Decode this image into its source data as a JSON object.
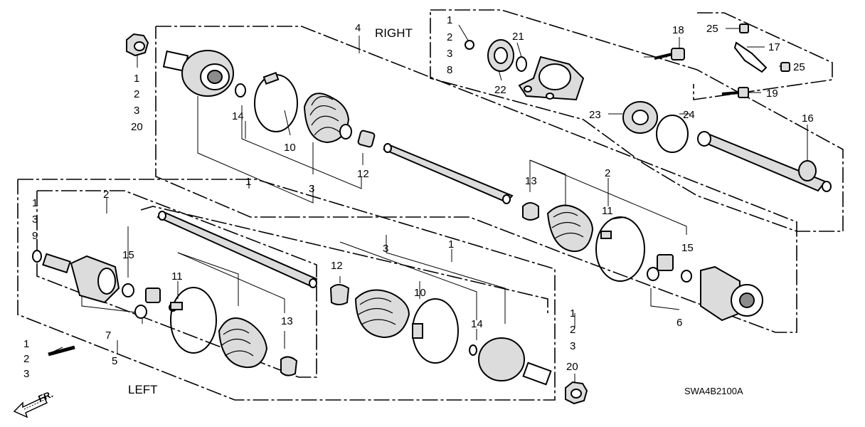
{
  "diagram_code": "SWA4B2100A",
  "labels": {
    "right": "RIGHT",
    "left": "LEFT",
    "front_arrow": "FR."
  },
  "callouts": {
    "c4_top": "4",
    "c1_a": "1",
    "c2_a": "2",
    "c3_a": "3",
    "c20_a": "20",
    "c14_a": "14",
    "c10_a": "10",
    "c12_a": "12",
    "c1_b": "1",
    "c3_b": "3",
    "c1_c": "1",
    "c2_c": "2",
    "c3_c": "3",
    "c8_c": "8",
    "c21": "21",
    "c22": "22",
    "c18": "18",
    "c25_a": "25",
    "c17": "17",
    "c25_b": "25",
    "c19": "19",
    "c23": "23",
    "c24": "24",
    "c16": "16",
    "c13_a": "13",
    "c2_d": "2",
    "c11_a": "11",
    "c15_a": "15",
    "c6": "6",
    "c1_e": "1",
    "c3_e": "3",
    "c9_e": "9",
    "c2_f": "2",
    "c15_f": "15",
    "c7": "7",
    "c11_f": "11",
    "c13_f": "13",
    "c1_g": "1",
    "c2_g": "2",
    "c3_g": "3",
    "c5": "5",
    "c3_h": "3",
    "c1_h": "1",
    "c12_h": "12",
    "c10_h": "10",
    "c14_h": "14",
    "c1_i": "1",
    "c2_i": "2",
    "c3_i": "3",
    "c20_i": "20"
  }
}
